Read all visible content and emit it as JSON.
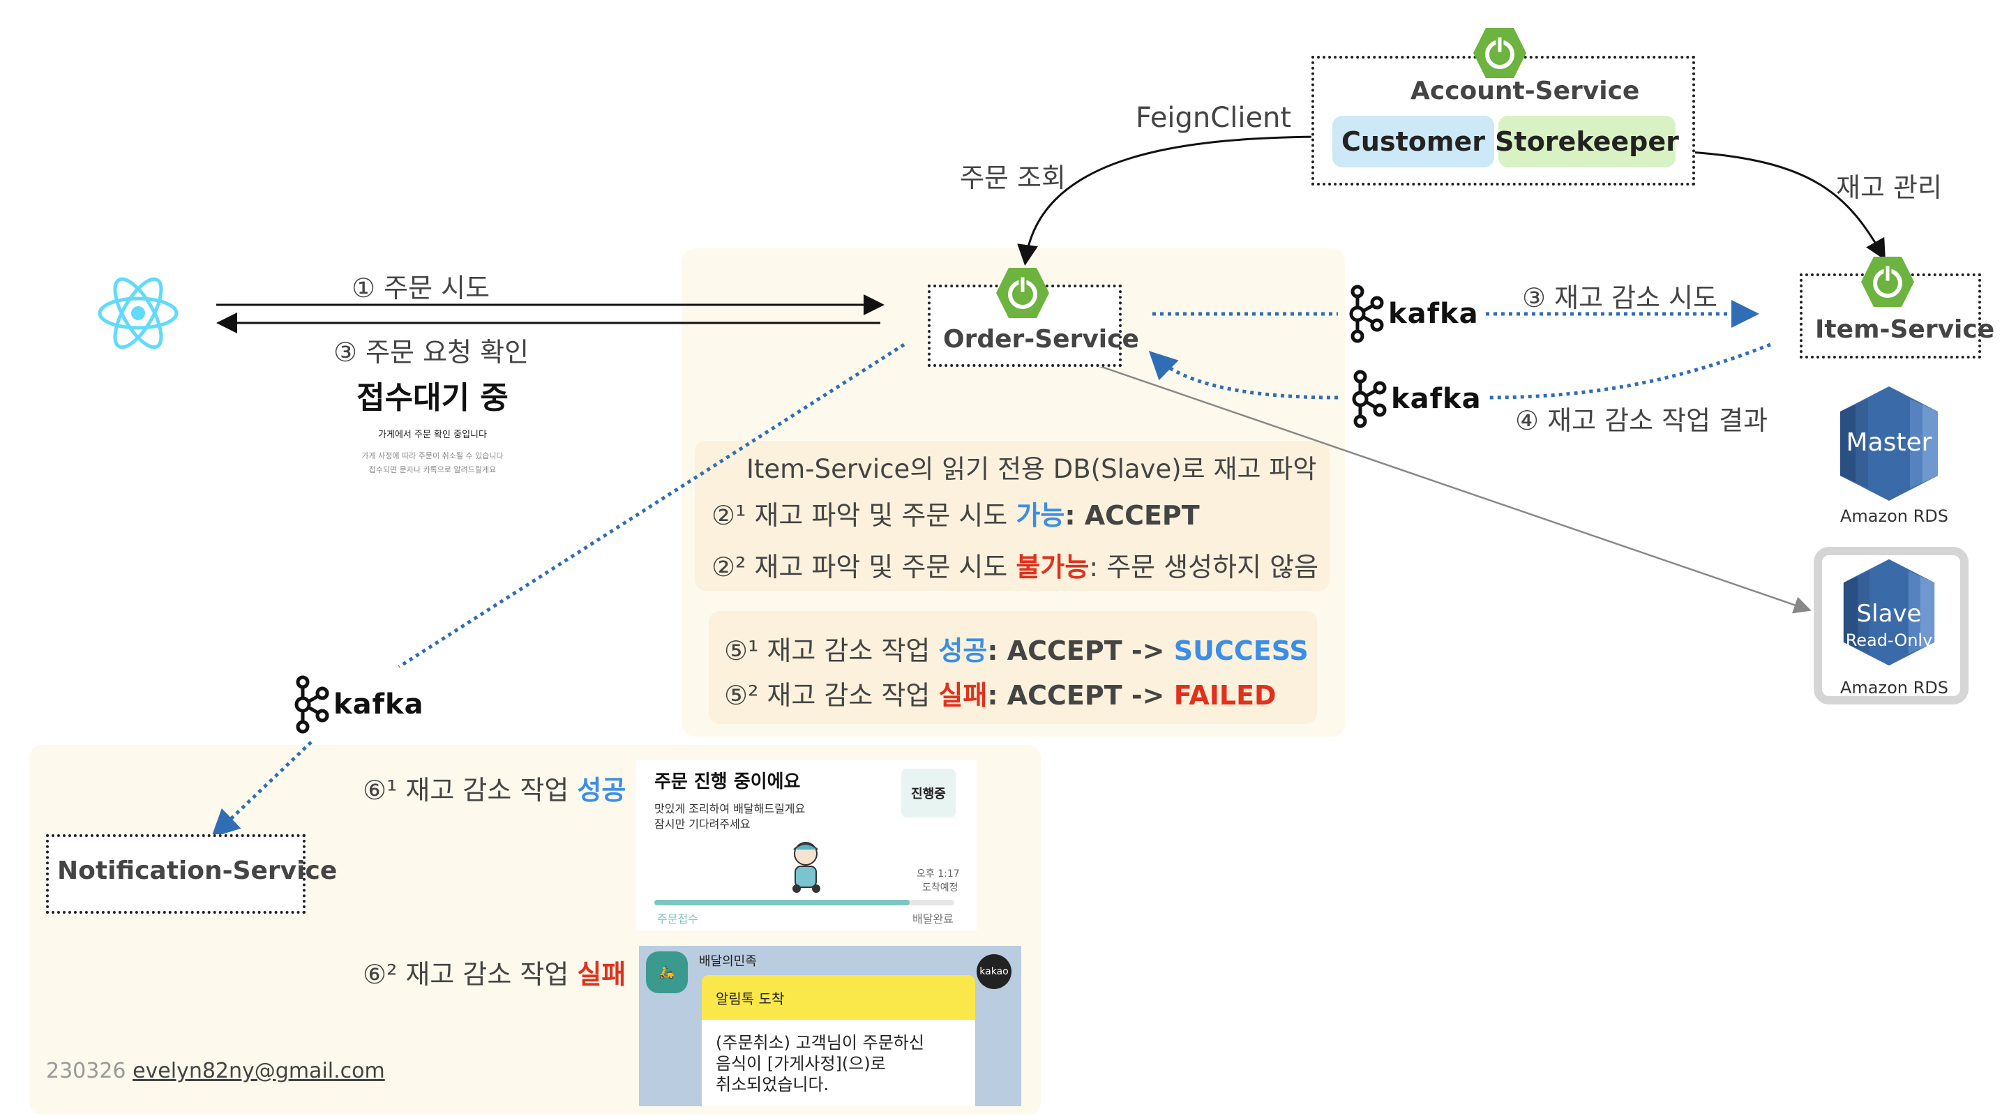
{
  "services": {
    "account": "Account-Service",
    "order": "Order-Service",
    "item": "Item-Service",
    "notification": "Notification-Service"
  },
  "roles": {
    "customer": "Customer",
    "storekeeper": "Storekeeper"
  },
  "labels": {
    "feign": "FeignClient",
    "order_query": "주문 조회",
    "stock_manage": "재고 관리",
    "order_try": "① 주문 시도",
    "order_confirm": "③ 주문 요청 확인",
    "stock_try": "③ 재고 감소 시도",
    "stock_result": "④ 재고 감소 작업 결과",
    "kafka": "kafka"
  },
  "client_screen": {
    "title": "접수대기 중",
    "subtitle": "가게에서 주문 확인 중입니다",
    "note1": "가게 사정에 따라 주문이 취소될 수 있습니다",
    "note2": "접수되면 문자나 카톡으로 알려드릴게요"
  },
  "steps": {
    "read_db": "Item-Service의 읽기 전용 DB(Slave)로 재고 파악",
    "s21_prefix": "②¹ 재고 파악 및 주문 시도 ",
    "s21_keyword": "가능",
    "s21_suffix": ": ACCEPT",
    "s22_prefix": "②² 재고 파악 및 주문 시도 ",
    "s22_keyword": "불가능",
    "s22_suffix": ": 주문 생성하지 않음",
    "s51_prefix": "⑤¹ 재고 감소 작업 ",
    "s51_keyword": "성공",
    "s51_mid": ": ACCEPT -> ",
    "s51_status": "SUCCESS",
    "s52_prefix": "⑤² 재고 감소 작업 ",
    "s52_keyword": "실패",
    "s52_mid": ": ACCEPT -> ",
    "s52_status": "FAILED",
    "s61_prefix": "⑥¹ 재고 감소 작업 ",
    "s61_keyword": "성공",
    "s62_prefix": "⑥² 재고 감소 작업 ",
    "s62_keyword": "실패"
  },
  "progress_card": {
    "title": "주문 진행 중이에요",
    "line1": "맛있게 조리하여 배달해드릴게요",
    "line2": "잠시만 기다려주세요",
    "badge": "진행중",
    "time": "오후 1:17",
    "eta": "도착예정",
    "start": "주문접수",
    "end": "배달완료",
    "progress": 0.85
  },
  "kakao_card": {
    "sender": "배달의민족",
    "banner": "알림톡 도착",
    "badge": "kakao",
    "line1": "(주문취소) 고객님이 주문하신",
    "line2": "음식이 [가게사정](으)로",
    "line3": "취소되었습니다."
  },
  "db": {
    "master": "Master",
    "slave": "Slave",
    "slave_sub": "Read-Only",
    "rds": "Amazon RDS"
  },
  "footer": {
    "date": "230326",
    "email": "evelyn82ny@gmail.com"
  },
  "colors": {
    "spring_green": "#6db33f",
    "react_blue": "#61dafb",
    "dotted_blue": "#2f6db5",
    "customer_bg": "#cde8f7",
    "storekeeper_bg": "#d9f2c4",
    "rds_blue": "#3b6aa8"
  }
}
